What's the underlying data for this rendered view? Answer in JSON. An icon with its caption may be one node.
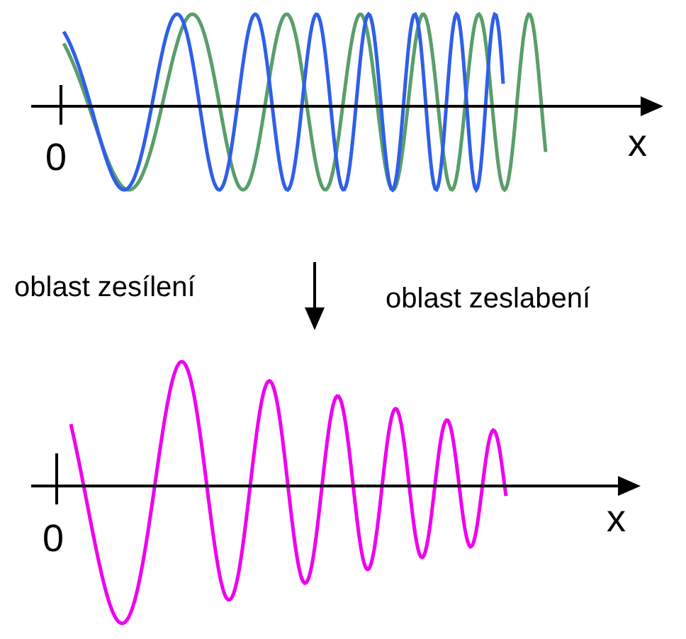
{
  "diagram": {
    "labels": [
      "0",
      "x",
      "oblast zesílení",
      "oblast zeslabení",
      "0",
      "x"
    ]
  }
}
